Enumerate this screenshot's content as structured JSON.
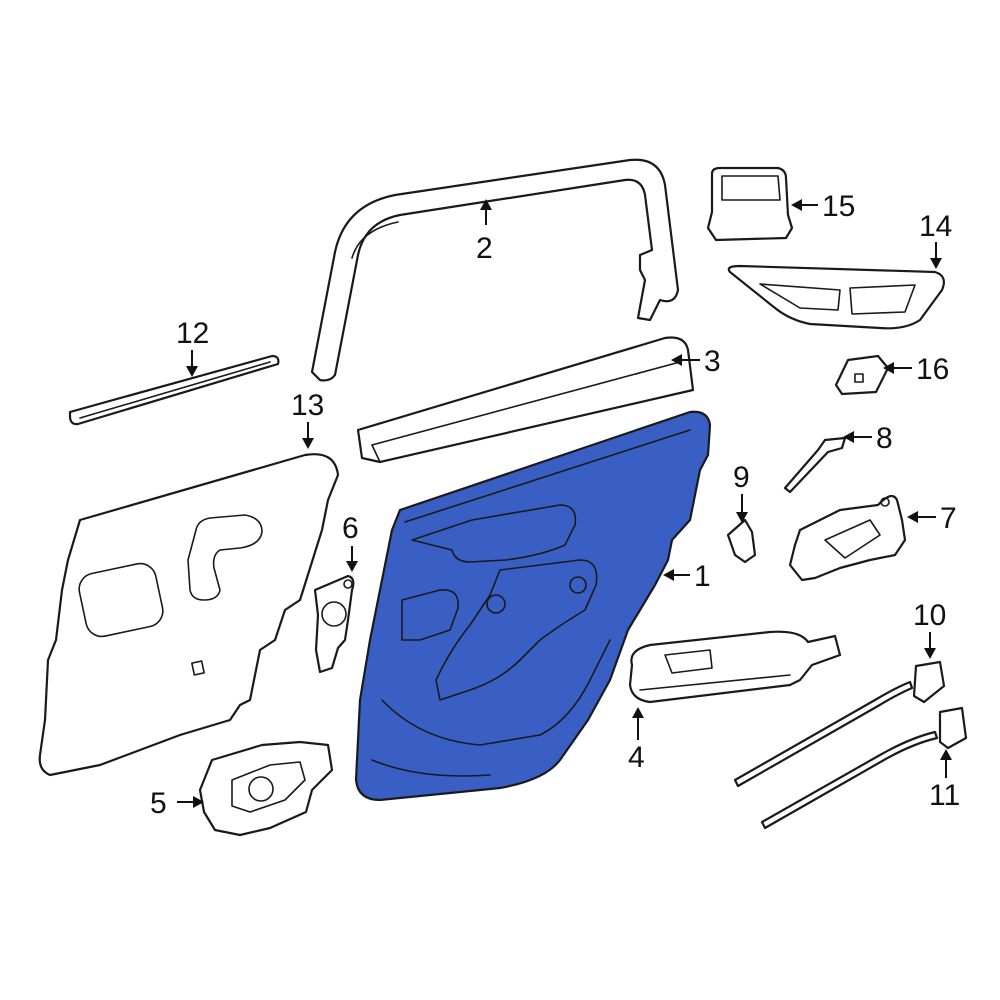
{
  "callouts": {
    "c1": "1",
    "c2": "2",
    "c3": "3",
    "c4": "4",
    "c5": "5",
    "c6": "6",
    "c7": "7",
    "c8": "8",
    "c9": "9",
    "c10": "10",
    "c11": "11",
    "c12": "12",
    "c13": "13",
    "c14": "14",
    "c15": "15",
    "c16": "16"
  },
  "colors": {
    "highlight": "#3a5fc4",
    "line": "#1a1a1a",
    "background": "#ffffff"
  }
}
